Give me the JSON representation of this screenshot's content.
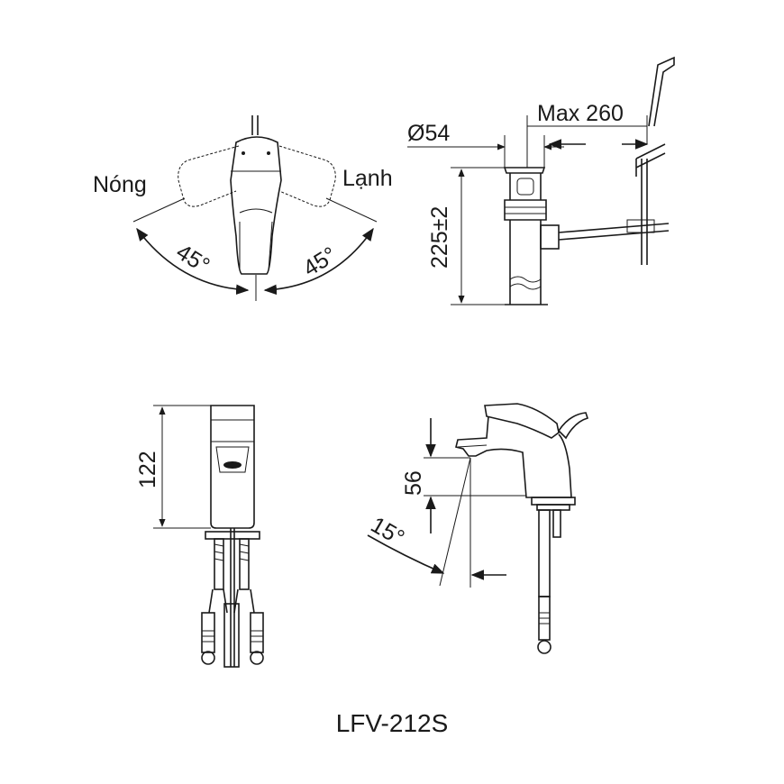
{
  "top_view": {
    "hot_label": "Nóng",
    "cold_label": "Lạnh",
    "angle_left": "45°",
    "angle_right": "45°"
  },
  "drain_view": {
    "diameter_label": "Ø54",
    "max_label": "Max 260",
    "height_label": "225±2"
  },
  "front_view": {
    "height_label": "122"
  },
  "side_view": {
    "spout_label": "56",
    "angle_label": "15°"
  },
  "model": "LFV-212S"
}
